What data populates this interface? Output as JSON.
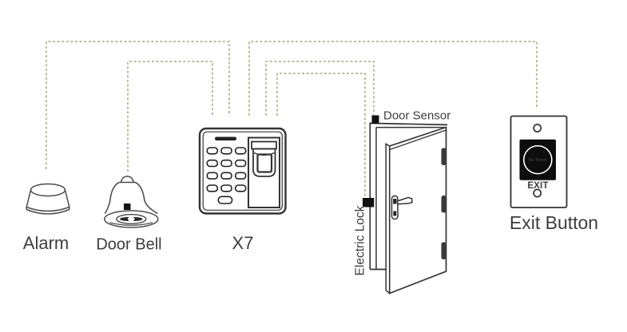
{
  "devices": {
    "alarm": {
      "label": "Alarm"
    },
    "door_bell": {
      "label": "Door Bell"
    },
    "x7": {
      "label": "X7"
    },
    "door_sensor": {
      "label": "Door Sensor"
    },
    "electric_lock": {
      "label": "Electric Lock"
    },
    "exit_button": {
      "label": "Exit Button",
      "button_text": "EXIT",
      "touch_pad_text": "No Touch"
    }
  },
  "colors": {
    "wire": "#b3b88b",
    "outline": "#3a3a3a",
    "label_text": "#3d3d3d",
    "solid_black": "#111111"
  }
}
